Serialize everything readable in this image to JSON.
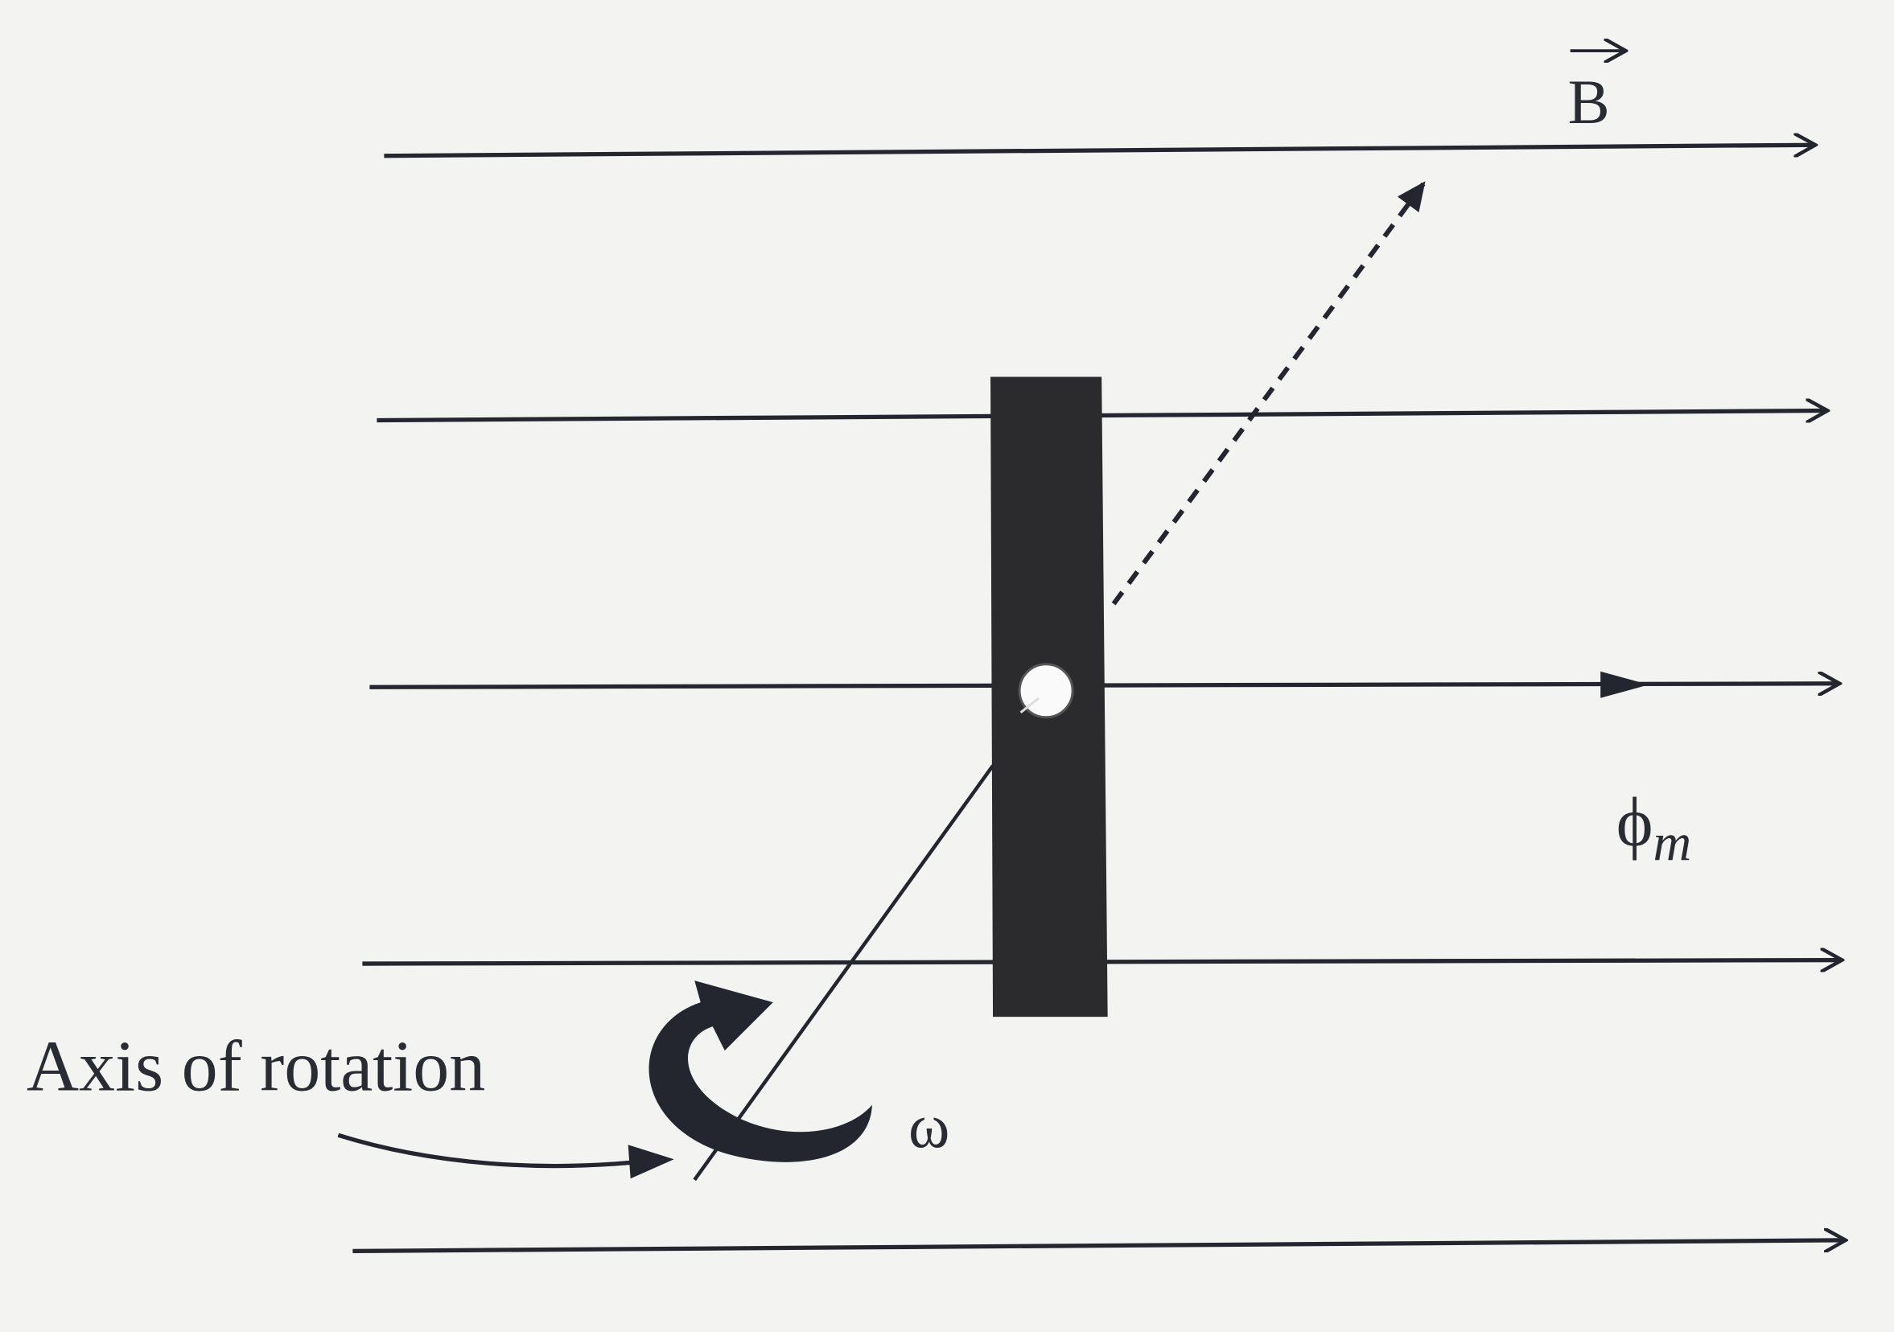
{
  "labels": {
    "field": "B",
    "flux": "ϕ",
    "flux_sub": "m",
    "omega": "ω",
    "axis": "Axis of rotation"
  },
  "colors": {
    "ink": "#23262e",
    "plate": "#2b2b2d",
    "background": "#f3f3f1"
  }
}
